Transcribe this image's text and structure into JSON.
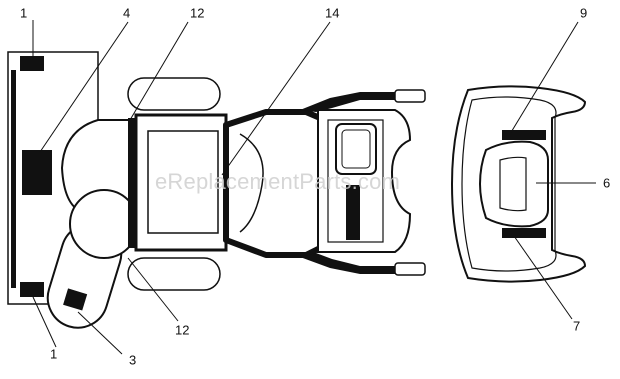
{
  "watermark": "eReplacementParts.com",
  "callouts": {
    "c1_top": "1",
    "c4": "4",
    "c12_top": "12",
    "c14": "14",
    "c9": "9",
    "c6": "6",
    "c7": "7",
    "c3": "3",
    "c12_bottom": "12",
    "c1_bottom": "1"
  },
  "colors": {
    "ink": "#111111",
    "fill": "#ffffff",
    "watermark": "#cfcfcf"
  }
}
